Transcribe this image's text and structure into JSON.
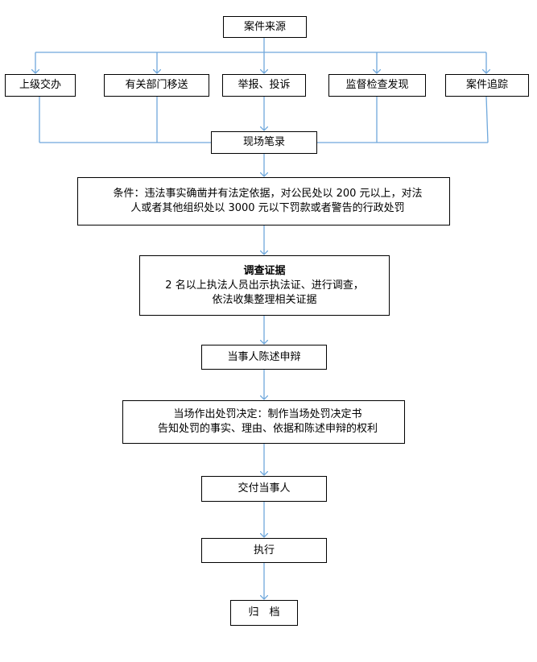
{
  "flowchart": {
    "source": "案件来源",
    "sources": [
      "上级交办",
      "有关部门移送",
      "举报、投诉",
      "监督检查发现",
      "案件追踪"
    ],
    "record": "现场笔录",
    "condition": [
      "条件：违法事实确凿并有法定依据，对公民处以 200 元以上，对法",
      "人或者其他组织处以 3000 元以下罚款或者警告的行政处罚"
    ],
    "investigation": {
      "title": "调查证据",
      "lines": [
        "2 名以上执法人员出示执法证、进行调查，",
        "依法收集整理相关证据"
      ]
    },
    "defense": "当事人陈述申辩",
    "decision": [
      "当场作出处罚决定：制作当场处罚决定书",
      "告知处罚的事实、理由、依据和陈述申辩的权利"
    ],
    "deliver": "交付当事人",
    "execute": "执行",
    "archive": "归　档",
    "line_color": "#6fa8dc"
  }
}
